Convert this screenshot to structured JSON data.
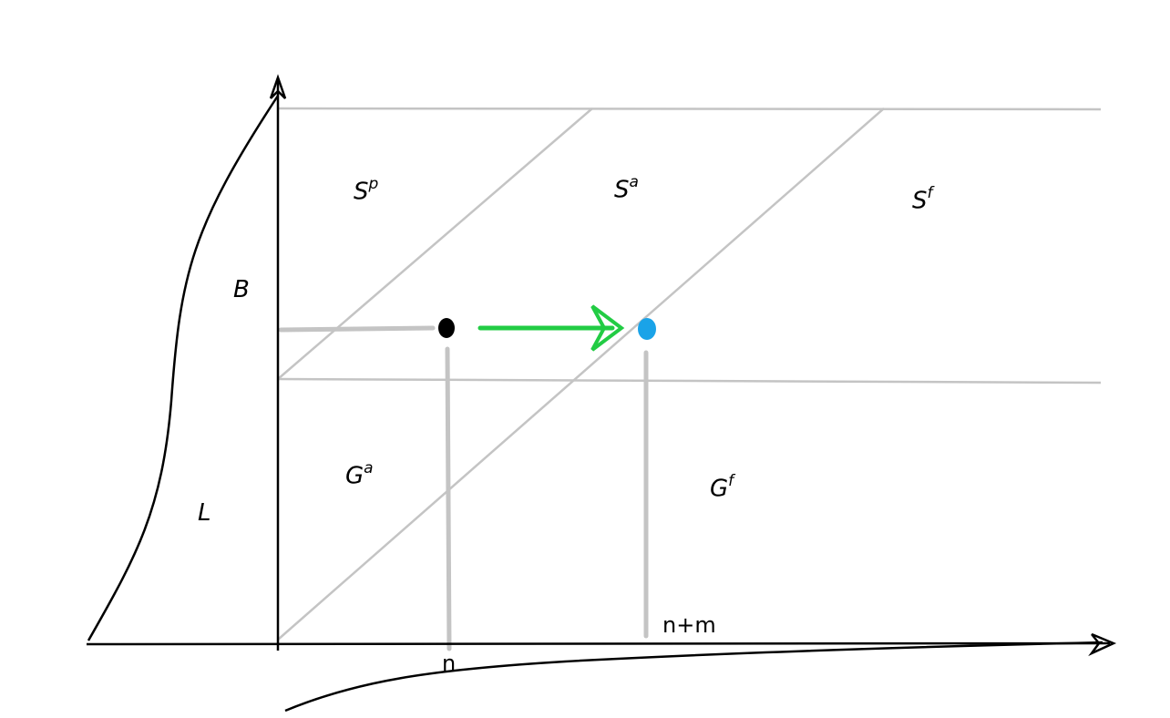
{
  "regions": {
    "sp": {
      "base": "S",
      "sup": "p"
    },
    "sa": {
      "base": "S",
      "sup": "a"
    },
    "sf": {
      "base": "S",
      "sup": "f"
    },
    "ga": {
      "base": "G",
      "sup": "a"
    },
    "gf": {
      "base": "G",
      "sup": "f"
    },
    "b": "B",
    "l": "L"
  },
  "axis_ticks": {
    "n": "n",
    "n_plus_m": "n+m"
  },
  "colors": {
    "line": "#c4c4c4",
    "axis": "#000000",
    "arrow": "#22cc44",
    "start_point": "#000000",
    "end_point": "#1aa3e8"
  }
}
